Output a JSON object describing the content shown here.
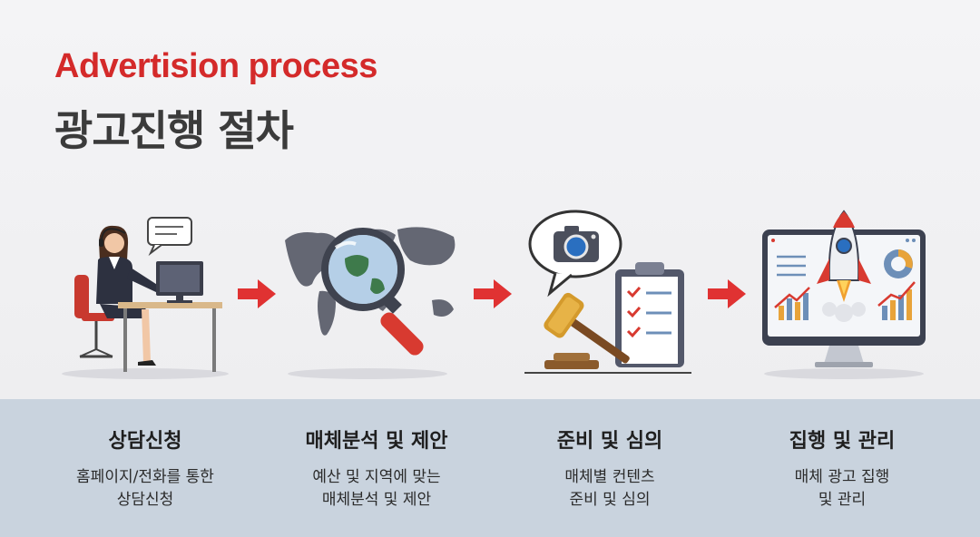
{
  "header": {
    "title_en": "Advertision process",
    "title_ko": "광고진행 절차"
  },
  "steps": [
    {
      "title": "상담신청",
      "desc_line1": "홈페이지/전화를 통한",
      "desc_line2": "상담신청",
      "icon": "consultant-icon"
    },
    {
      "title": "매체분석 및 제안",
      "desc_line1": "예산 및 지역에 맞는",
      "desc_line2": "매체분석 및 제안",
      "icon": "world-map-magnifier-icon"
    },
    {
      "title": "준비 및 심의",
      "desc_line1": "매체별 컨텐츠",
      "desc_line2": "준비 및 심의",
      "icon": "gavel-checklist-icon"
    },
    {
      "title": "집행 및 관리",
      "desc_line1": "매체 광고 집행",
      "desc_line2": "및 관리",
      "icon": "rocket-monitor-icon"
    }
  ],
  "colors": {
    "accent": "#d42a2a",
    "title_dark": "#3b3b3b",
    "bottom_band": "#c9d3de"
  }
}
